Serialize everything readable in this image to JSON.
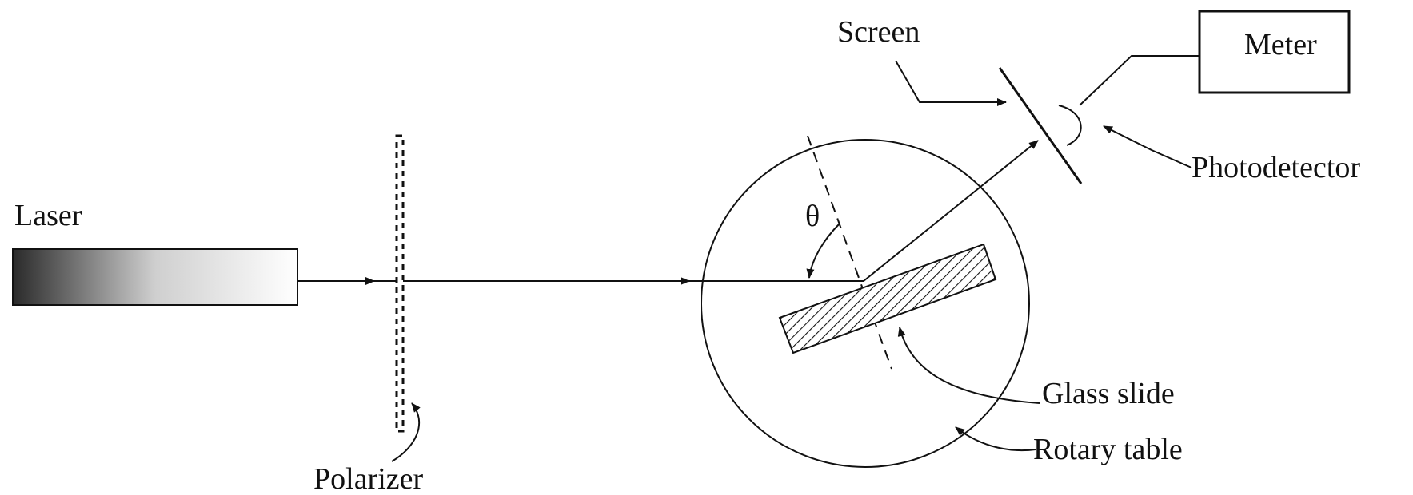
{
  "diagram": {
    "labels": {
      "laser": "Laser",
      "polarizer": "Polarizer",
      "screen": "Screen",
      "meter": "Meter",
      "photodetector": "Photodetector",
      "glass_slide": "Glass slide",
      "rotary_table": "Rotary table",
      "theta": "θ"
    }
  }
}
